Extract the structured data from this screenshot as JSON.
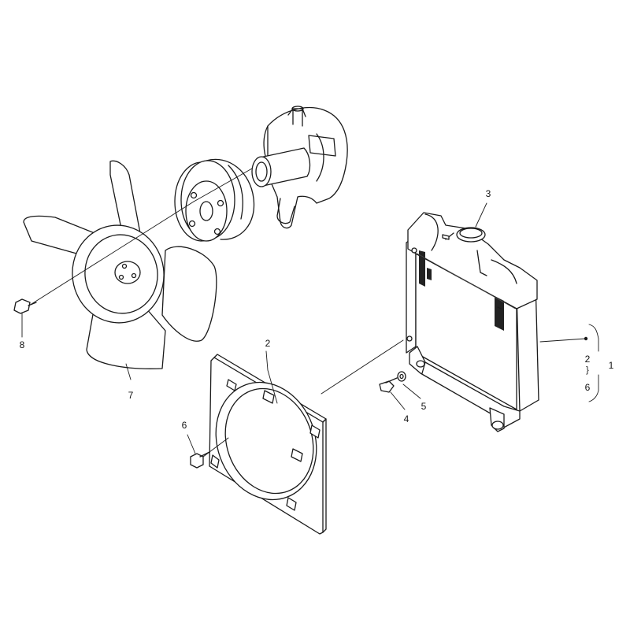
{
  "diagram": {
    "callouts": {
      "fan_shroud": "2",
      "radiator_cap": "3",
      "drain_cock": "4",
      "washer": "5",
      "shroud_bolt": "6",
      "cooling_fan": "7",
      "fan_bolt": "8",
      "radiator_assembly": "1",
      "group_top": "2",
      "group_brace": "}",
      "group_bottom": "6"
    }
  },
  "colors": {
    "line": "#1a1a1a",
    "fill": "#ffffff",
    "shade": "#222222"
  }
}
